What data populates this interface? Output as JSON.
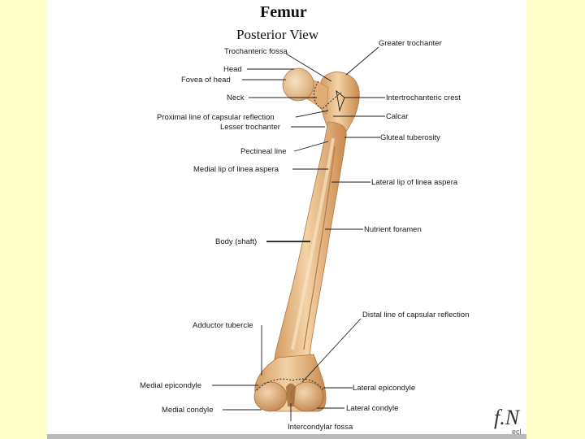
{
  "figure": {
    "title": "Femur",
    "subtitle": "Posterior View",
    "labels": {
      "trochanteric_fossa": "Trochanteric fossa",
      "greater_trochanter": "Greater trochanter",
      "head": "Head",
      "fovea_of_head": "Fovea of head",
      "neck": "Neck",
      "intertrochanteric_crest": "Intertrochanteric crest",
      "proximal_line_capsular": "Proximal line of capsular reflection",
      "calcar": "Calcar",
      "lesser_trochanter": "Lesser trochanter",
      "gluteal_tuberosity": "Gluteal tuberosity",
      "pectineal_line": "Pectineal line",
      "medial_lip_linea_aspera": "Medial lip of linea aspera",
      "lateral_lip_linea_aspera": "Lateral lip of linea aspera",
      "nutrient_foramen": "Nutrient foramen",
      "body_shaft": "Body (shaft)",
      "distal_line_capsular": "Distal line of capsular reflection",
      "adductor_tubercle": "Adductor tubercle",
      "medial_epicondyle": "Medial epicondyle",
      "lateral_epicondyle": "Lateral epicondyle",
      "medial_condyle": "Medial condyle",
      "lateral_condyle": "Lateral condyle",
      "intercondylar_fossa": "Intercondylar fossa"
    }
  },
  "logo": {
    "text": "f.N",
    "sub": "ecl"
  },
  "colors": {
    "page_background": "#ffffc8",
    "slide_background": "#ffffff",
    "bone_fill": "#e8b982",
    "bone_shadow": "#c98e55",
    "bone_highlight": "#f6dcb6"
  }
}
